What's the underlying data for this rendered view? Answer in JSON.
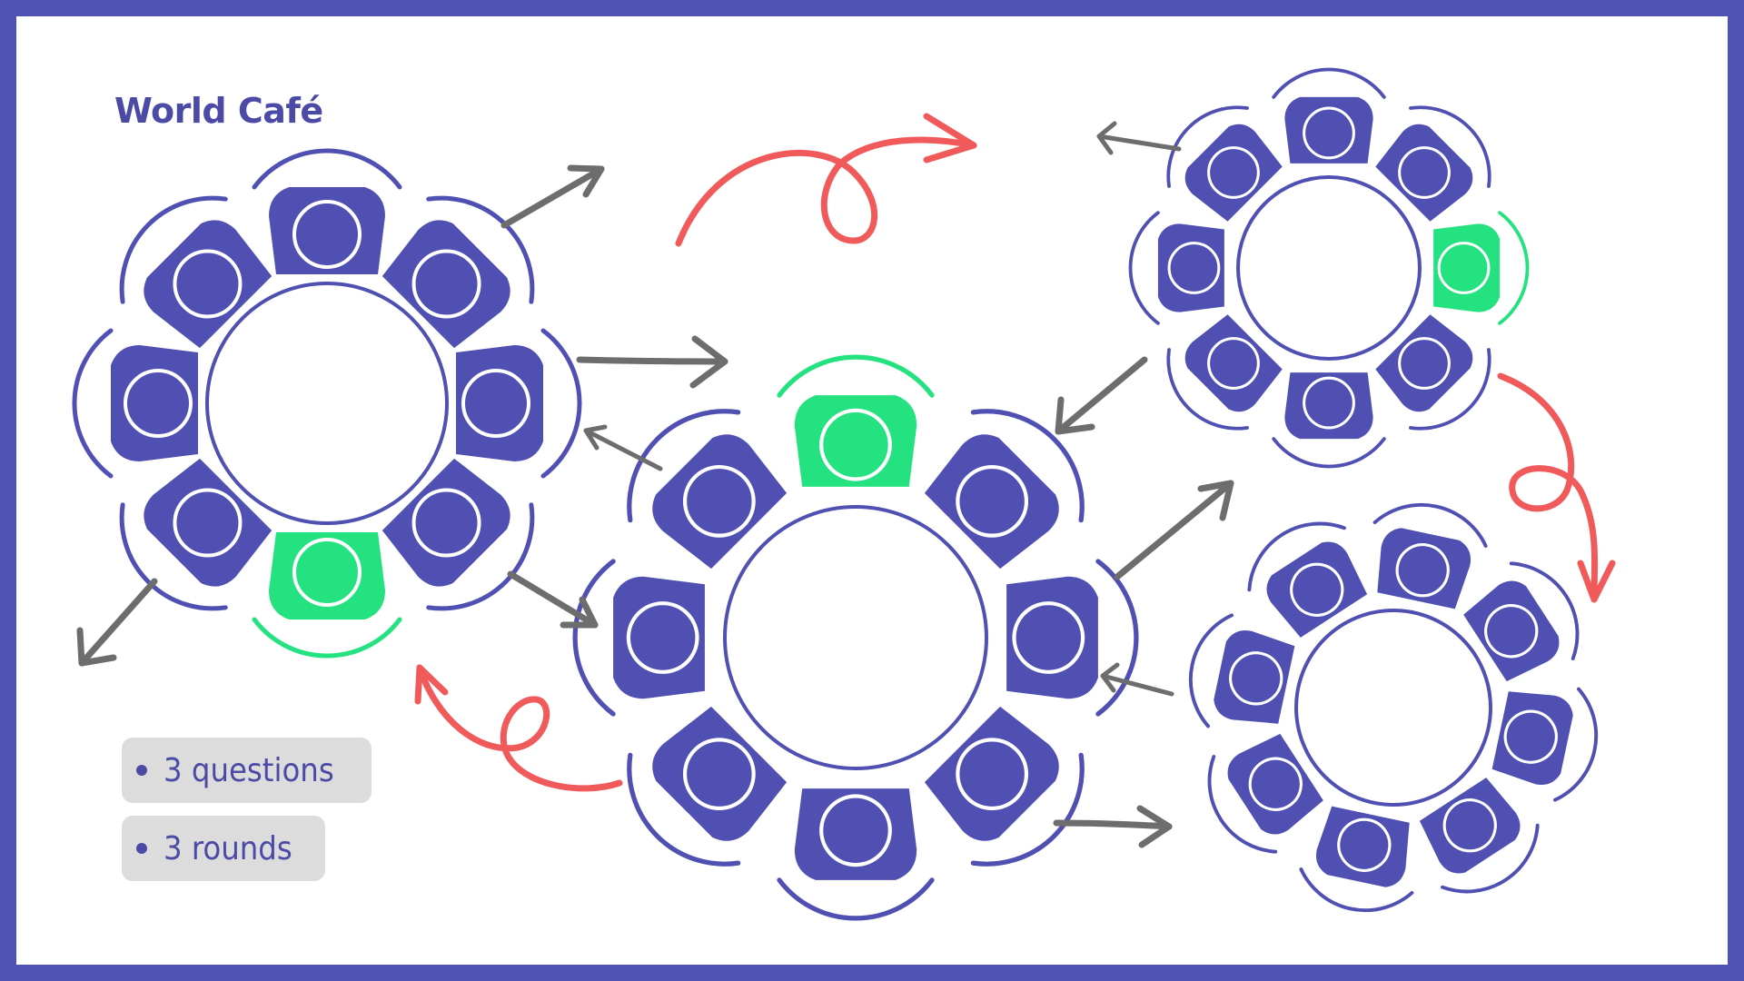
{
  "title": "World Café",
  "notes": [
    "3 questions",
    "3 rounds"
  ],
  "colors": {
    "frame": "#5052b4",
    "table_seat": "#4f50b2",
    "highlight_seat": "#23e27f",
    "flow_arrow": "#6d6d6d",
    "move_arrow": "#f05a5a",
    "note_bg": "#dcdcdc"
  },
  "tables": [
    {
      "name": "table-1",
      "seats": 8,
      "highlighted_seat": "bottom"
    },
    {
      "name": "table-2",
      "seats": 8,
      "highlighted_seat": "top"
    },
    {
      "name": "table-3",
      "seats": 8,
      "highlighted_seat": "right"
    },
    {
      "name": "table-4",
      "seats": 8,
      "highlighted_seat": "upper-left"
    }
  ]
}
